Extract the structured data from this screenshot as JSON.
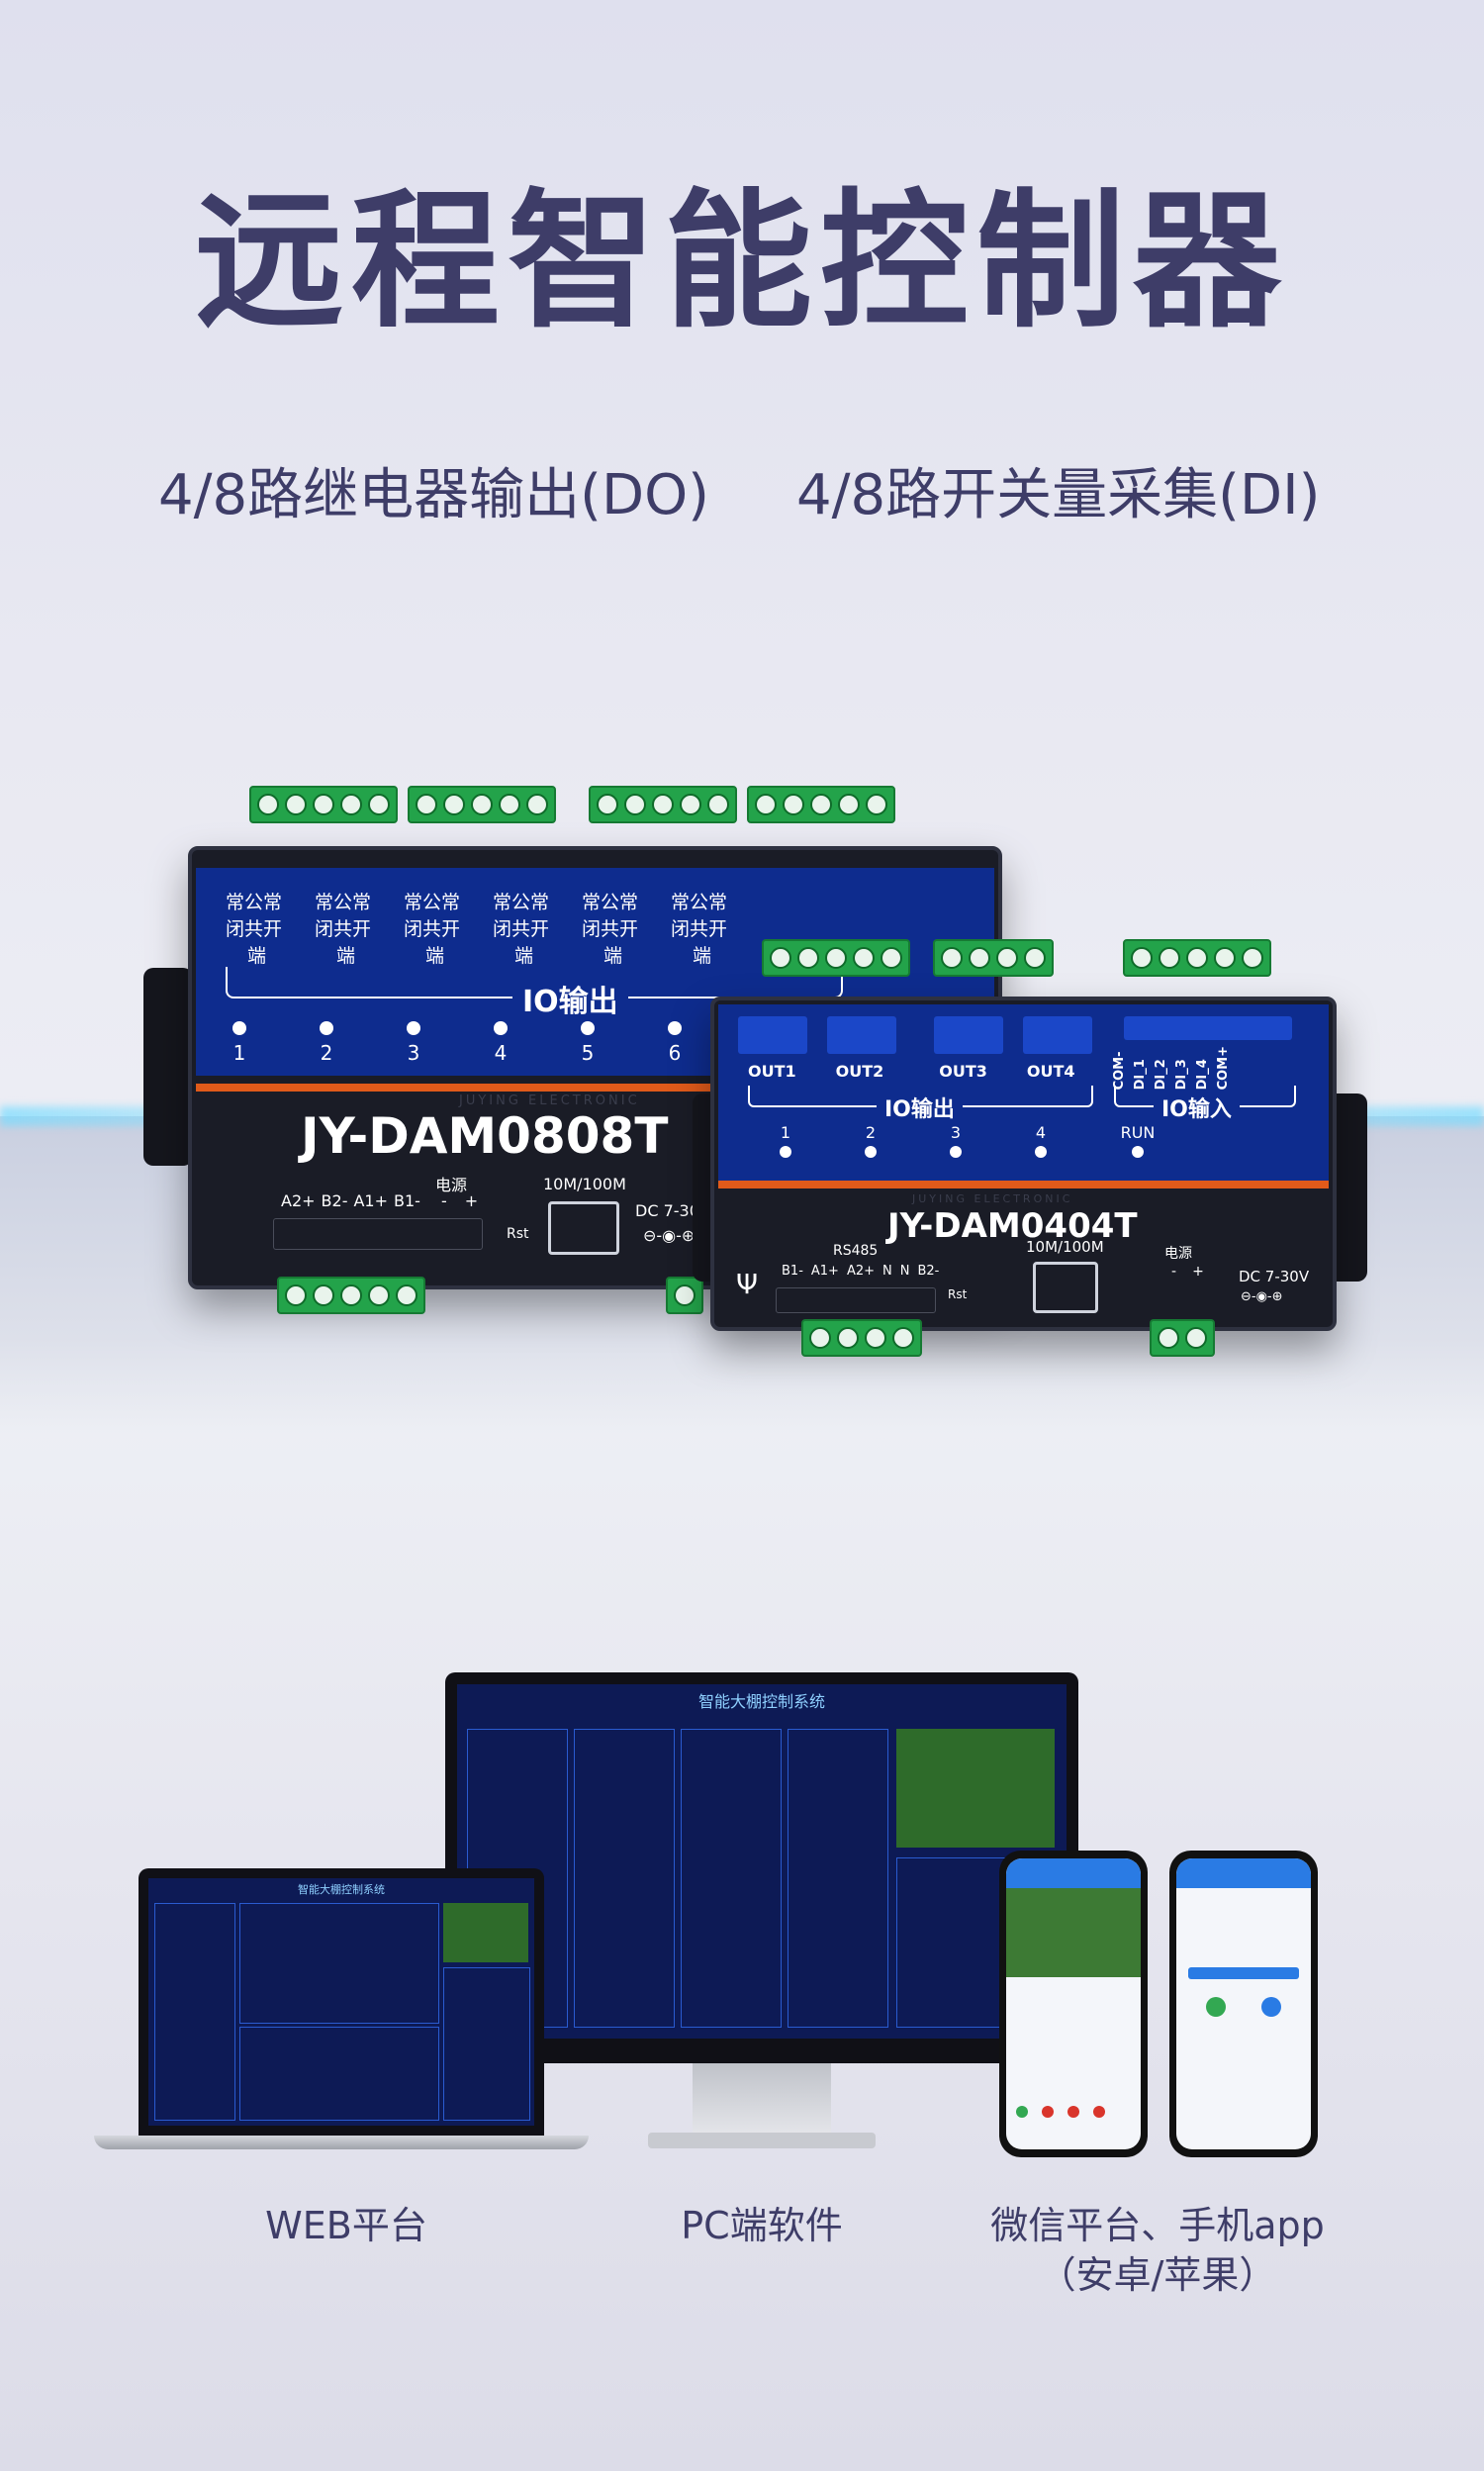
{
  "header": {
    "title": "远程智能控制器",
    "subtitle_left": "4/8路继电器输出(DO)",
    "subtitle_right": "4/8路开关量采集(DI)"
  },
  "device_large": {
    "model": "JY-DAM0808T",
    "relay_label_top": "常公常",
    "relay_label_mid": "闭共开",
    "relay_label_bot": "端",
    "io_label": "IO输出",
    "channels": [
      "1",
      "2",
      "3",
      "4",
      "5",
      "6"
    ],
    "rs485_pins": [
      "A2+",
      "B2-",
      "A1+",
      "B1-"
    ],
    "power_label": "电源",
    "power_pins": [
      "-",
      "+"
    ],
    "rst_label": "Rst",
    "eth_label": "10M/100M",
    "dc_label": "DC 7-30V",
    "watermark": "JUYING ELECTRONIC"
  },
  "device_small": {
    "model": "JY-DAM0404T",
    "outputs": [
      "OUT1",
      "OUT2",
      "OUT3",
      "OUT4"
    ],
    "io_out_label": "IO输出",
    "inputs": [
      "COM-",
      "DI_1",
      "DI_2",
      "DI_3",
      "DI_4",
      "COM+"
    ],
    "io_in_label": "IO输入",
    "channels": [
      "1",
      "2",
      "3",
      "4"
    ],
    "run_label": "RUN",
    "rs485_label": "RS485",
    "rs485_pins": [
      "B1-",
      "A1+",
      "A2+",
      "N",
      "N",
      "B2-"
    ],
    "rst_label": "Rst",
    "eth_label": "10M/100M",
    "power_label": "电源",
    "power_pins": [
      "-",
      "+"
    ],
    "dc_label": "DC 7-30V",
    "watermark": "JUYING ELECTRONIC"
  },
  "monitor": {
    "screen_title": "智能大棚控制系统"
  },
  "laptop": {
    "screen_title": "智能大棚控制系统"
  },
  "captions": {
    "web": "WEB平台",
    "pc": "PC端软件",
    "mobile_line1": "微信平台、手机app",
    "mobile_line2": "（安卓/苹果）"
  },
  "colors": {
    "title": "#3e3d68",
    "panel_blue": "#0e2c8e",
    "accent_orange": "#e05a1a",
    "terminal_green": "#23a34a",
    "device_body": "#1a1c26"
  },
  "icons": [
    "antenna-icon",
    "ethernet-port-icon",
    "dc-polarity-icon",
    "relay-switch-icon"
  ]
}
